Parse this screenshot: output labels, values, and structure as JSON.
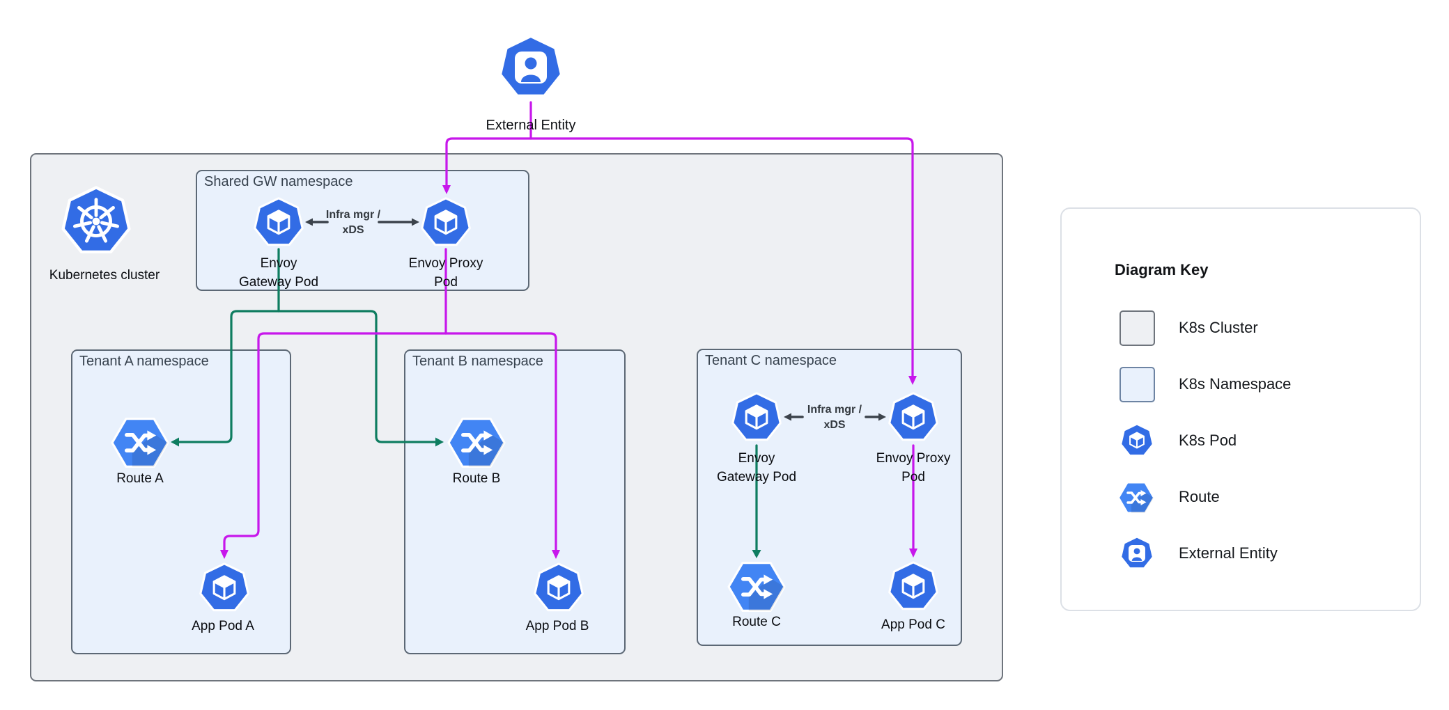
{
  "colors": {
    "magenta": "#C717EB",
    "green": "#0E7D60",
    "arrow_dark": "#3C434B",
    "pod_blue": "#326CE5",
    "route_blue": "#4285F4",
    "cluster_fill": "#EEF0F3",
    "cluster_border": "#6E747C",
    "namespace_fill": "#E9F1FC",
    "namespace_border": "#5C6875",
    "key_panel_border": "#DCE0E6",
    "key_namespace_border": "#6D84A3"
  },
  "diagram": {
    "external_entity": {
      "label": "External Entity"
    },
    "cluster": {
      "label": "Kubernetes cluster"
    },
    "shared_namespace": {
      "title": "Shared GW namespace",
      "gateway_pod": {
        "line1": "Envoy",
        "line2": "Gateway Pod"
      },
      "proxy_pod": {
        "line1": "Envoy Proxy",
        "line2": "Pod"
      },
      "xds_edge": {
        "line1": "Infra mgr /",
        "line2": "xDS"
      }
    },
    "tenant_a": {
      "title": "Tenant A namespace",
      "route": "Route A",
      "app_pod": "App Pod A"
    },
    "tenant_b": {
      "title": "Tenant B namespace",
      "route": "Route B",
      "app_pod": "App Pod B"
    },
    "tenant_c": {
      "title": "Tenant C namespace",
      "gateway_pod": {
        "line1": "Envoy",
        "line2": "Gateway Pod"
      },
      "proxy_pod": {
        "line1": "Envoy Proxy",
        "line2": "Pod"
      },
      "xds_edge": {
        "line1": "Infra mgr /",
        "line2": "xDS"
      },
      "route": "Route C",
      "app_pod": "App Pod C"
    }
  },
  "key": {
    "title": "Diagram Key",
    "items": [
      {
        "label": "K8s Cluster",
        "icon": "cluster-swatch"
      },
      {
        "label": "K8s Namespace",
        "icon": "namespace-swatch"
      },
      {
        "label": "K8s Pod",
        "icon": "pod-icon"
      },
      {
        "label": "Route",
        "icon": "route-icon"
      },
      {
        "label": "External Entity",
        "icon": "external-entity-icon"
      }
    ]
  }
}
